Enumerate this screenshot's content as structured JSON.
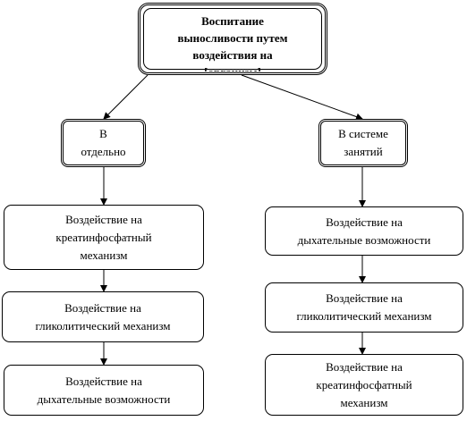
{
  "title_box": {
    "lines": [
      "Воспитание",
      "выносливости путем",
      "воздействия на",
      "[организм]"
    ]
  },
  "left_branch": {
    "header": [
      "В",
      "отдельно"
    ],
    "steps": [
      [
        "Воздействие на",
        "креатинфосфатный",
        "механизм"
      ],
      [
        "Воздействие на",
        "гликолитический механизм"
      ],
      [
        "Воздействие на",
        "дыхательные возможности"
      ]
    ]
  },
  "right_branch": {
    "header": [
      "В системе",
      "занятий"
    ],
    "steps": [
      [
        "Воздействие на",
        "дыхательные возможности"
      ],
      [
        "Воздействие на",
        "гликолитический механизм"
      ],
      [
        "Воздействие на",
        "креатинфосфатный",
        "механизм"
      ]
    ]
  },
  "colors": {
    "stroke": "#000000",
    "background": "#ffffff"
  }
}
